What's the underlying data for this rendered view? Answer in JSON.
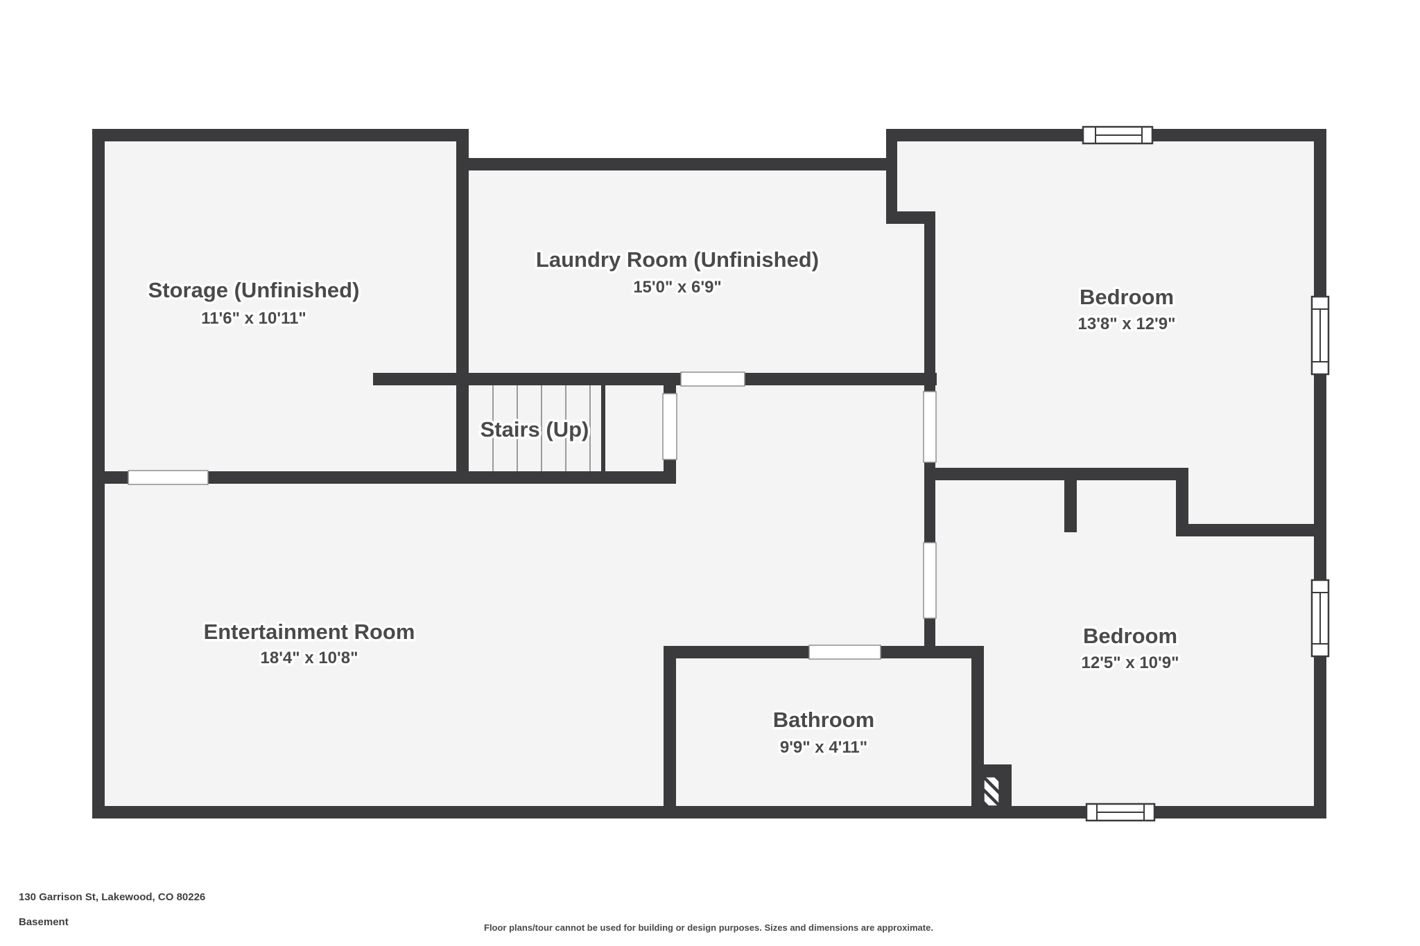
{
  "page": {
    "address": "130 Garrison St, Lakewood, CO 80226",
    "floor_label": "Basement",
    "disclaimer": "Floor plans/tour cannot be used for building or design purposes. Sizes and dimensions are approximate."
  },
  "rooms": {
    "storage": {
      "name": "Storage (Unfinished)",
      "dims": "11'6\" x 10'11\""
    },
    "laundry": {
      "name": "Laundry Room (Unfinished)",
      "dims": "15'0\" x 6'9\""
    },
    "stairs": {
      "name": "Stairs (Up)"
    },
    "bedroom_top": {
      "name": "Bedroom",
      "dims": "13'8\" x 12'9\""
    },
    "entertainment": {
      "name": "Entertainment Room",
      "dims": "18'4\" x 10'8\""
    },
    "bathroom": {
      "name": "Bathroom",
      "dims": "9'9\" x 4'11\""
    },
    "bedroom_bottom": {
      "name": "Bedroom",
      "dims": "12'5\" x 10'9\""
    }
  },
  "colors": {
    "wall": "#3b3b3d",
    "floor": "#f4f4f4",
    "label_text": "#4a4a4b",
    "background": "#ffffff"
  }
}
